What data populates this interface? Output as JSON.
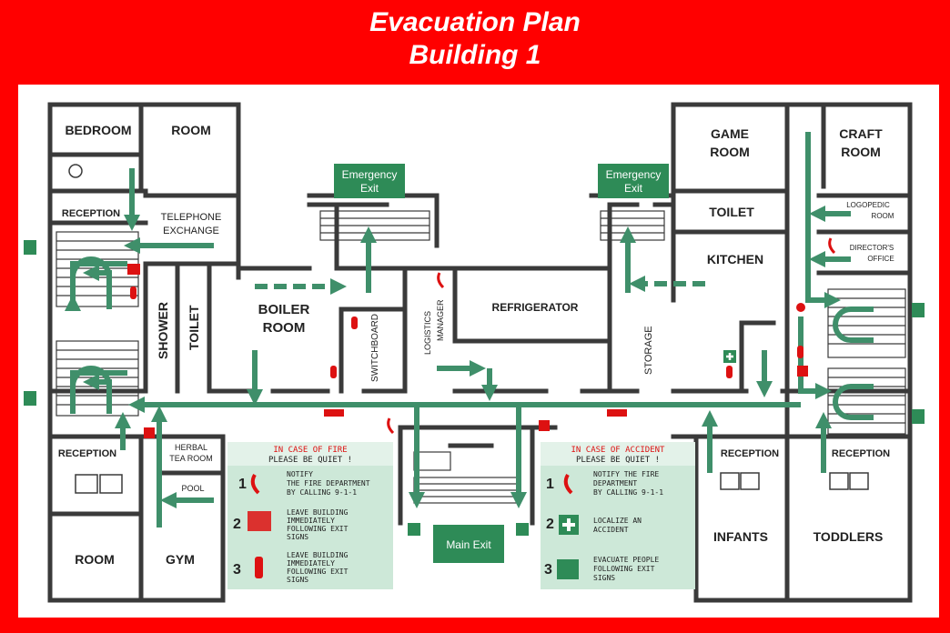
{
  "title": {
    "line1": "Evacuation Plan",
    "line2": "Building 1"
  },
  "colors": {
    "frame": "#ff0000",
    "wall": "#3a3a3a",
    "route": "#3f8f6a",
    "exit_box": "#2e8b57",
    "panel": "#cde8d8"
  },
  "rooms": {
    "bedroom": "BEDROOM",
    "room_top": "ROOM",
    "reception_left_top": "RECEPTION",
    "telephone": "TELEPHONE",
    "exchange": "EXCHANGE",
    "shower": "SHOWER",
    "toilet_left": "TOILET",
    "boiler": "BOILER",
    "boiler2": "ROOM",
    "switchboard": "SWITCHBOARD",
    "logistics": "LOGISTICS",
    "manager": "MANAGER",
    "refrigerator": "REFRIGERATOR",
    "storage": "STORAGE",
    "game": "GAME",
    "game2": "ROOM",
    "craft": "CRAFT",
    "craft2": "ROOM",
    "toilet_right": "TOILET",
    "logopedic": "LOGOPEDIC",
    "logopedic2": "ROOM",
    "directors": "DIRECTOR'S",
    "office": "OFFICE",
    "kitchen": "KITCHEN",
    "reception_left_bottom": "RECEPTION",
    "herbal": "HERBAL",
    "tea_room": "TEA ROOM",
    "pool": "POOL",
    "room_bottom": "ROOM",
    "gym": "GYM",
    "reception_mid": "RECEPTION",
    "reception_right": "RECEPTION",
    "infants": "INFANTS",
    "toddlers": "TODDLERS"
  },
  "exits": {
    "emergency1": "Emergency",
    "exit1": "Exit",
    "emergency2": "Emergency",
    "exit2": "Exit",
    "main": "Main Exit"
  },
  "fire_panel": {
    "header": "IN CASE OF FIRE",
    "quiet": "PLEASE BE QUIET !",
    "steps": [
      {
        "num": "1",
        "lines": [
          "NOTIFY",
          "THE FIRE DEPARTMENT",
          "BY CALLING  9-1-1"
        ]
      },
      {
        "num": "2",
        "lines": [
          "LEAVE BUILDING",
          "IMMEDIATELY",
          "FOLLOWING EXIT",
          "SIGNS"
        ]
      },
      {
        "num": "3",
        "lines": [
          "LEAVE BUILDING",
          "IMMEDIATELY",
          "FOLLOWING EXIT",
          "SIGNS"
        ]
      }
    ]
  },
  "accident_panel": {
    "header": "IN CASE OF ACCIDENT",
    "quiet": "PLEASE BE QUIET !",
    "steps": [
      {
        "num": "1",
        "lines": [
          "NOTIFY THE FIRE",
          "DEPARTMENT",
          "BY CALLING  9-1-1"
        ]
      },
      {
        "num": "2",
        "lines": [
          "LOCALIZE AN",
          "ACCIDENT"
        ]
      },
      {
        "num": "3",
        "lines": [
          "EVACUATE PEOPLE",
          "FOLLOWING EXIT",
          "SIGNS"
        ]
      }
    ]
  },
  "icons": [
    "fire-extinguisher-icon",
    "fire-alarm-icon",
    "phone-icon",
    "first-aid-icon",
    "running-man-exit-icon",
    "toilet-icon",
    "sink-icon"
  ]
}
